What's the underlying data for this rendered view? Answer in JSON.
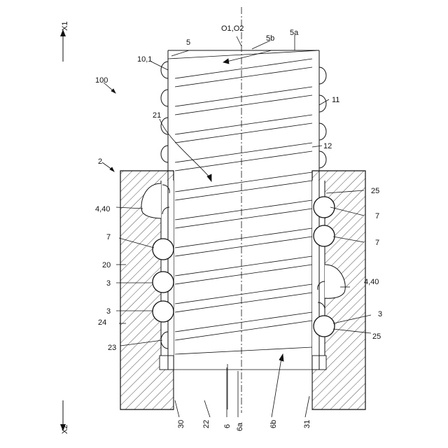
{
  "figure": {
    "labels": {
      "x1": "X1",
      "x2": "X2",
      "axis": "O1,O2",
      "l100": "100",
      "l2": "2",
      "l5": "5",
      "l5a": "5a",
      "l5b": "5b",
      "l10": "10,1",
      "l11": "11",
      "l12": "12",
      "l21": "21",
      "l25a": "25",
      "l25b": "25",
      "l7a": "7",
      "l7b": "7",
      "l7c": "7",
      "l440a": "4,40",
      "l440b": "4,40",
      "l20": "20",
      "l3a": "3",
      "l3b": "3",
      "l3c": "3",
      "l24": "24",
      "l23": "23",
      "l30": "30",
      "l22": "22",
      "l6": "6",
      "l6a": "6a",
      "l6b": "6b",
      "l31": "31"
    }
  }
}
